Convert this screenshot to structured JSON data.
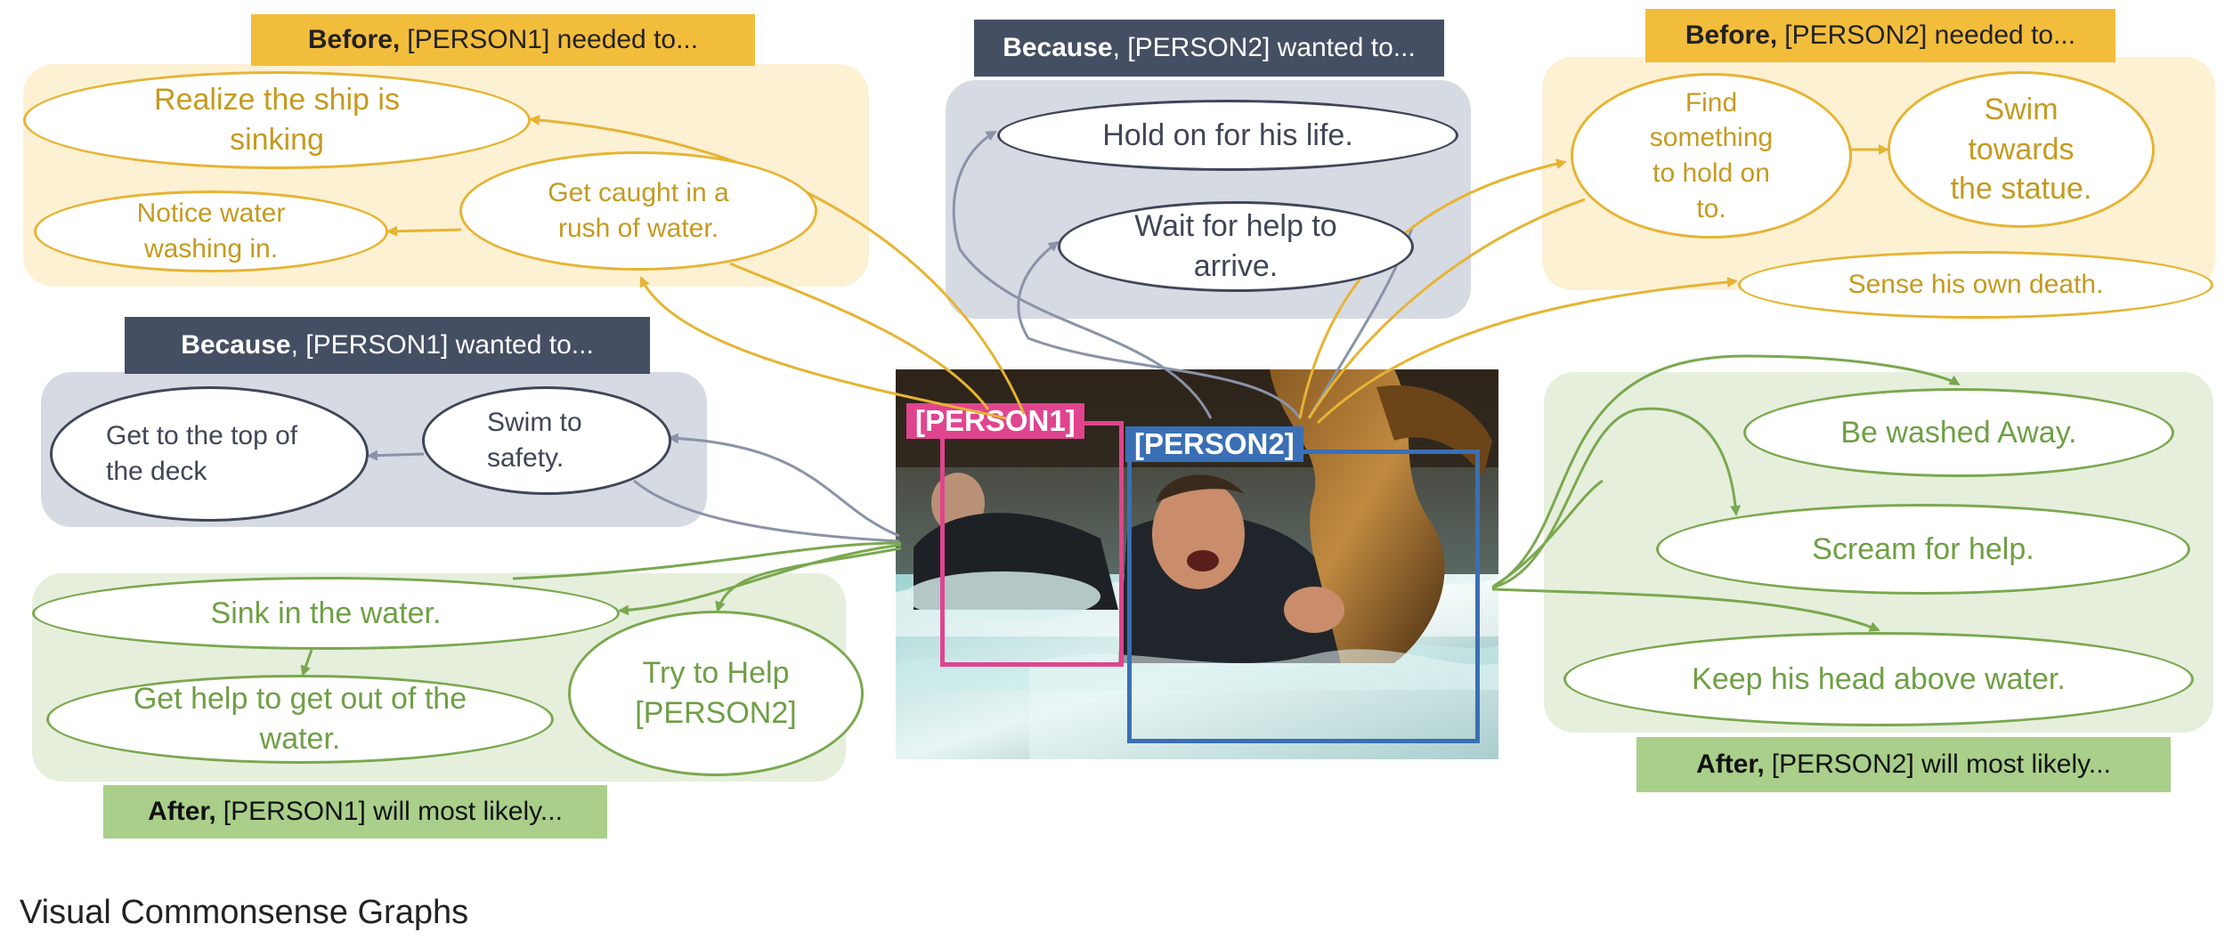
{
  "colors": {
    "yellow": "#e6b434",
    "gray": "#8a93a8",
    "green": "#7aa84f",
    "person1_box": "#e0448e",
    "person2_box": "#3a6fb5"
  },
  "headers": {
    "p1_before": {
      "bold": "Before,",
      "text": "[PERSON1] needed to..."
    },
    "p2_because": {
      "bold": "Because",
      "text": ", [PERSON2] wanted to..."
    },
    "p2_before": {
      "bold": "Before,",
      "text": "[PERSON2] needed to..."
    },
    "p1_because": {
      "bold": "Because",
      "text": ", [PERSON1] wanted to..."
    },
    "p1_after": {
      "bold": "After,",
      "text": "[PERSON1] will most likely..."
    },
    "p2_after": {
      "bold": "After,",
      "text": "[PERSON2] will most likely..."
    }
  },
  "nodes": {
    "realize_ship": "Realize the ship is sinking",
    "notice_water": "Notice water washing in.",
    "caught_rush": "Get caught in a rush of water.",
    "hold_life": "Hold on for his life.",
    "wait_help": "Wait for help to arrive.",
    "find_hold": "Find something to hold on to.",
    "swim_statue": "Swim towards the statue.",
    "sense_death": "Sense his own death.",
    "top_deck": "Get to the top of the deck",
    "swim_safety": "Swim to safety.",
    "washed_away": "Be washed Away.",
    "scream_help": "Scream for help.",
    "keep_head": "Keep his head above water.",
    "sink_water": "Sink in the water.",
    "get_help_out": "Get help to get out of the water.",
    "try_help": "Try to Help [PERSON2]"
  },
  "image": {
    "person1_label": "[PERSON1]",
    "person2_label": "[PERSON2]"
  },
  "caption": "Visual Commonsense Graphs"
}
